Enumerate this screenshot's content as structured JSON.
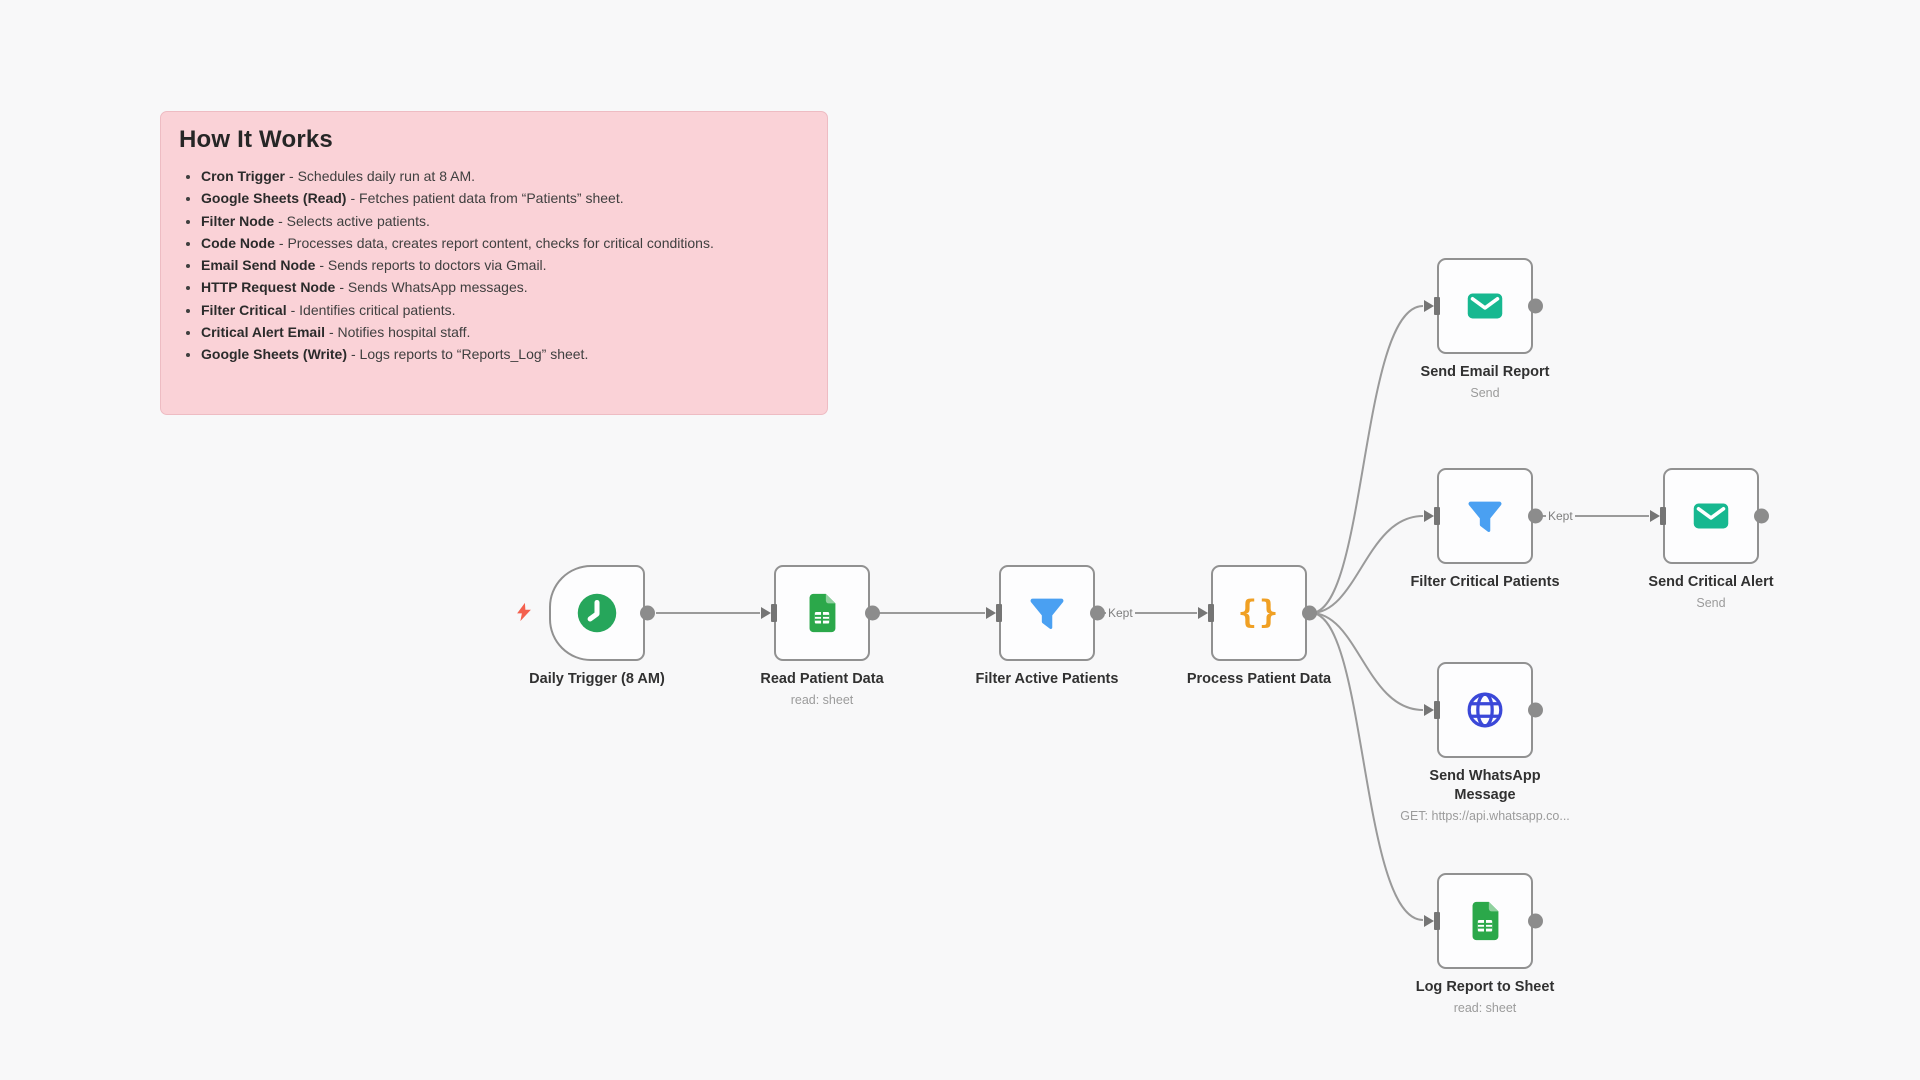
{
  "canvas": {
    "background": "#f8f8f9",
    "kept_label": "Kept",
    "wire_color": "#9a9a9a",
    "port_color": "#757575",
    "dot_color": "#8c8c8c"
  },
  "sticky": {
    "title": "How It Works",
    "background": "#fad2d7",
    "items": [
      {
        "term": "Cron Trigger",
        "desc": "- Schedules daily run at 8 AM."
      },
      {
        "term": "Google Sheets (Read)",
        "desc": "- Fetches patient data from “Patients” sheet."
      },
      {
        "term": "Filter Node",
        "desc": "- Selects active patients."
      },
      {
        "term": "Code Node",
        "desc": "- Processes data, creates report content, checks for critical conditions."
      },
      {
        "term": "Email Send Node",
        "desc": "- Sends reports to doctors via Gmail."
      },
      {
        "term": "HTTP Request Node",
        "desc": "- Sends WhatsApp messages."
      },
      {
        "term": "Filter Critical",
        "desc": "- Identifies critical patients."
      },
      {
        "term": "Critical Alert Email",
        "desc": "- Notifies hospital staff."
      },
      {
        "term": "Google Sheets (Write)",
        "desc": "- Logs reports to “Reports_Log” sheet."
      }
    ]
  },
  "nodes": [
    {
      "label": "Daily Trigger (8 AM)",
      "subtitle": "",
      "icon": "clock",
      "icon_color": "#26a65b"
    },
    {
      "label": "Read Patient Data",
      "subtitle": "read: sheet",
      "icon": "google-sheets",
      "icon_color": "#2ba84a"
    },
    {
      "label": "Filter Active Patients",
      "subtitle": "",
      "icon": "funnel",
      "icon_color": "#4aa0f2"
    },
    {
      "label": "Process Patient Data",
      "subtitle": "",
      "icon": "code-braces",
      "icon_color": "#f0a024"
    },
    {
      "label": "Send Email Report",
      "subtitle": "Send",
      "icon": "mail",
      "icon_color": "#17b890"
    },
    {
      "label": "Filter Critical Patients",
      "subtitle": "",
      "icon": "funnel",
      "icon_color": "#4aa0f2"
    },
    {
      "label": "Send Critical Alert",
      "subtitle": "Send",
      "icon": "mail",
      "icon_color": "#17b890"
    },
    {
      "label": "Send WhatsApp Message",
      "subtitle": "GET: https://api.whatsapp.co...",
      "icon": "globe",
      "icon_color": "#3b48d8"
    },
    {
      "label": "Log Report to Sheet",
      "subtitle": "read: sheet",
      "icon": "google-sheets",
      "icon_color": "#2ba84a"
    }
  ],
  "icons": {
    "code_glyph": "{}"
  }
}
